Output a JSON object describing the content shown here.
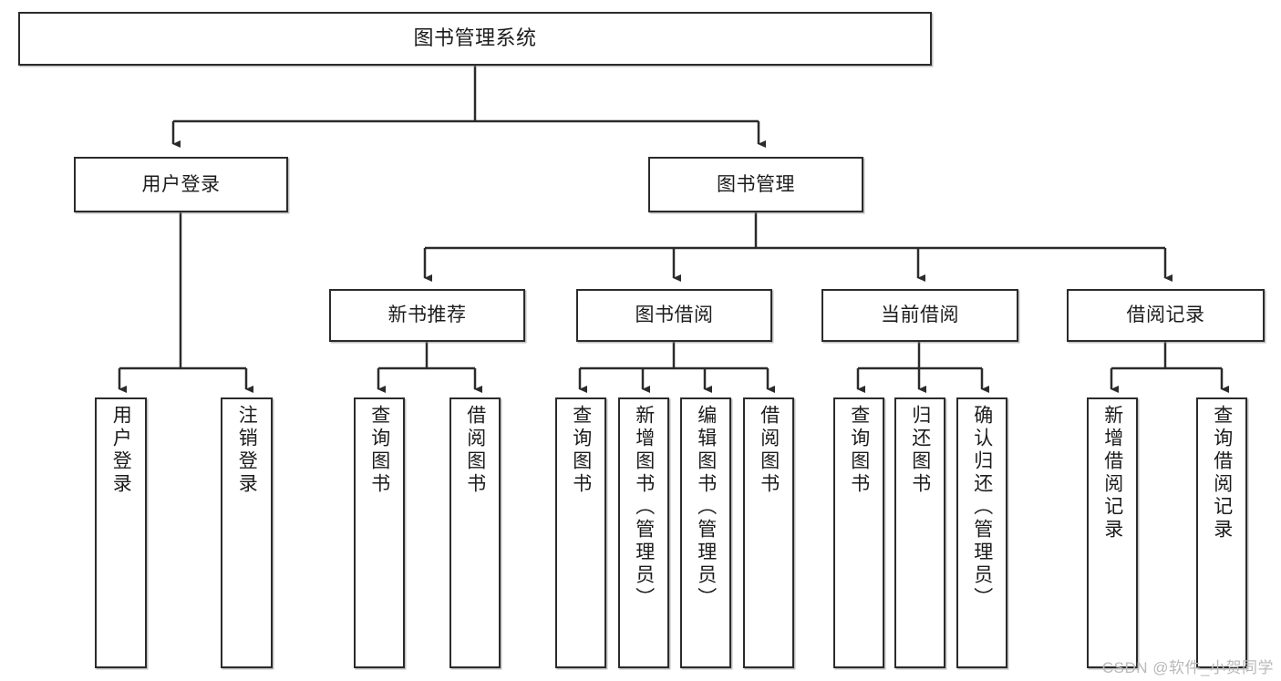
{
  "diagram": {
    "type": "tree-hierarchy-chart",
    "title": "图书管理系统",
    "edge_color": "#2b2b2b",
    "box_border_color": "#2b2b2b",
    "box_fill_color": "#ffffff",
    "text_color": "#1c1c1c",
    "watermark": "CSDN @软件_小贺同学",
    "nodes": {
      "root": {
        "label": "图书管理系统",
        "level": 1
      },
      "l2": [
        {
          "label": "用户登录",
          "level": 2
        },
        {
          "label": "图书管理",
          "level": 2
        }
      ],
      "l3": [
        {
          "label": "新书推荐",
          "level": 3
        },
        {
          "label": "图书借阅",
          "level": 3
        },
        {
          "label": "当前借阅",
          "level": 3
        },
        {
          "label": "借阅记录",
          "level": 3
        }
      ],
      "leaves": {
        "user_login": [
          {
            "label": "用户登录"
          },
          {
            "label": "注销登录"
          }
        ],
        "new_book_recommend": [
          {
            "label": "查询图书"
          },
          {
            "label": "借阅图书"
          }
        ],
        "book_borrow": [
          {
            "label": "查询图书"
          },
          {
            "label": "新增图书（管理员）"
          },
          {
            "label": "编辑图书（管理员）"
          },
          {
            "label": "借阅图书"
          }
        ],
        "current_borrow": [
          {
            "label": "查询图书"
          },
          {
            "label": "归还图书"
          },
          {
            "label": "确认归还（管理员）"
          }
        ],
        "borrow_record": [
          {
            "label": "新增借阅记录"
          },
          {
            "label": "查询借阅记录"
          }
        ]
      }
    }
  }
}
